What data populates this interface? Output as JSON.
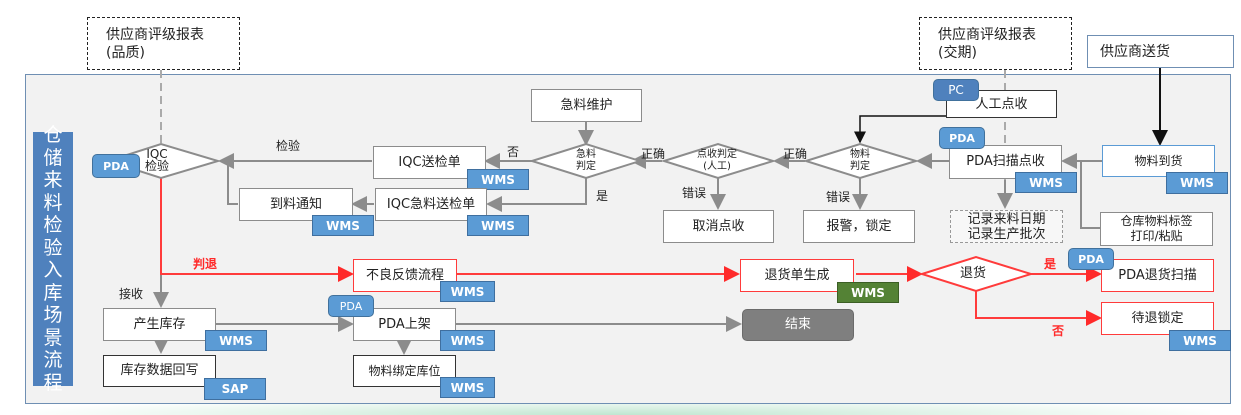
{
  "title": "仓储来料检验入库场景流程",
  "title_chars": [
    "仓",
    "储",
    "来",
    "料",
    "检",
    "验",
    "入",
    "库",
    "场",
    "景",
    "流",
    "程"
  ],
  "external": {
    "report_quality": {
      "line1": "供应商评级报表",
      "line2": "(品质)"
    },
    "report_delivery": {
      "line1": "供应商评级报表",
      "line2": "(交期)"
    },
    "supplier_delivery": "供应商送货"
  },
  "nodes": {
    "urgent_maintain": "急料维护",
    "urgent_judge": {
      "line1": "急料",
      "line2": "判定"
    },
    "count_judge": {
      "line1": "点收判定",
      "line2": "(人工)"
    },
    "material_judge": {
      "line1": "物料",
      "line2": "判定"
    },
    "iqc_inspect": {
      "line1": "IQC",
      "line2": "检验"
    },
    "iqc_send": "IQC送检单",
    "iqc_urgent_send": "IQC急料送检单",
    "arrival_notice": "到料通知",
    "cancel_count": "取消点收",
    "alarm_lock": "报警，锁定",
    "manual_count": "人工点收",
    "pda_scan_count": "PDA扫描点收",
    "record_info": {
      "line1": "记录来料日期",
      "line2": "记录生产批次"
    },
    "material_arrival": "物料到货",
    "label_print": {
      "line1": "仓库物料标签",
      "line2": "打印/粘贴"
    },
    "defect_feedback": "不良反馈流程",
    "return_order": "退货单生成",
    "return_judge": "退货",
    "pda_return_scan": "PDA退货扫描",
    "pending_return_lock": "待退锁定",
    "create_stock": "产生库存",
    "stock_writeback": "库存数据回写",
    "pda_shelve": "PDA上架",
    "bind_location": "物料绑定库位",
    "end": "结束"
  },
  "edge_labels": {
    "inspect": "检验",
    "no": "否",
    "yes": "是",
    "correct1": "正确",
    "correct2": "正确",
    "error1": "错误",
    "error2": "错误",
    "reject": "判退",
    "receive": "接收",
    "return_yes": "是",
    "return_no": "否"
  },
  "tags": {
    "wms": "WMS",
    "sap": "SAP",
    "pda": "PDA",
    "pc": "PC"
  },
  "colors": {
    "system_tag": "#5b9bd5",
    "system_tag_highlight": "#548235",
    "reject_flow": "#ff3b3b",
    "title_bar": "#4f81bd",
    "end_node": "#7f7f7f"
  }
}
